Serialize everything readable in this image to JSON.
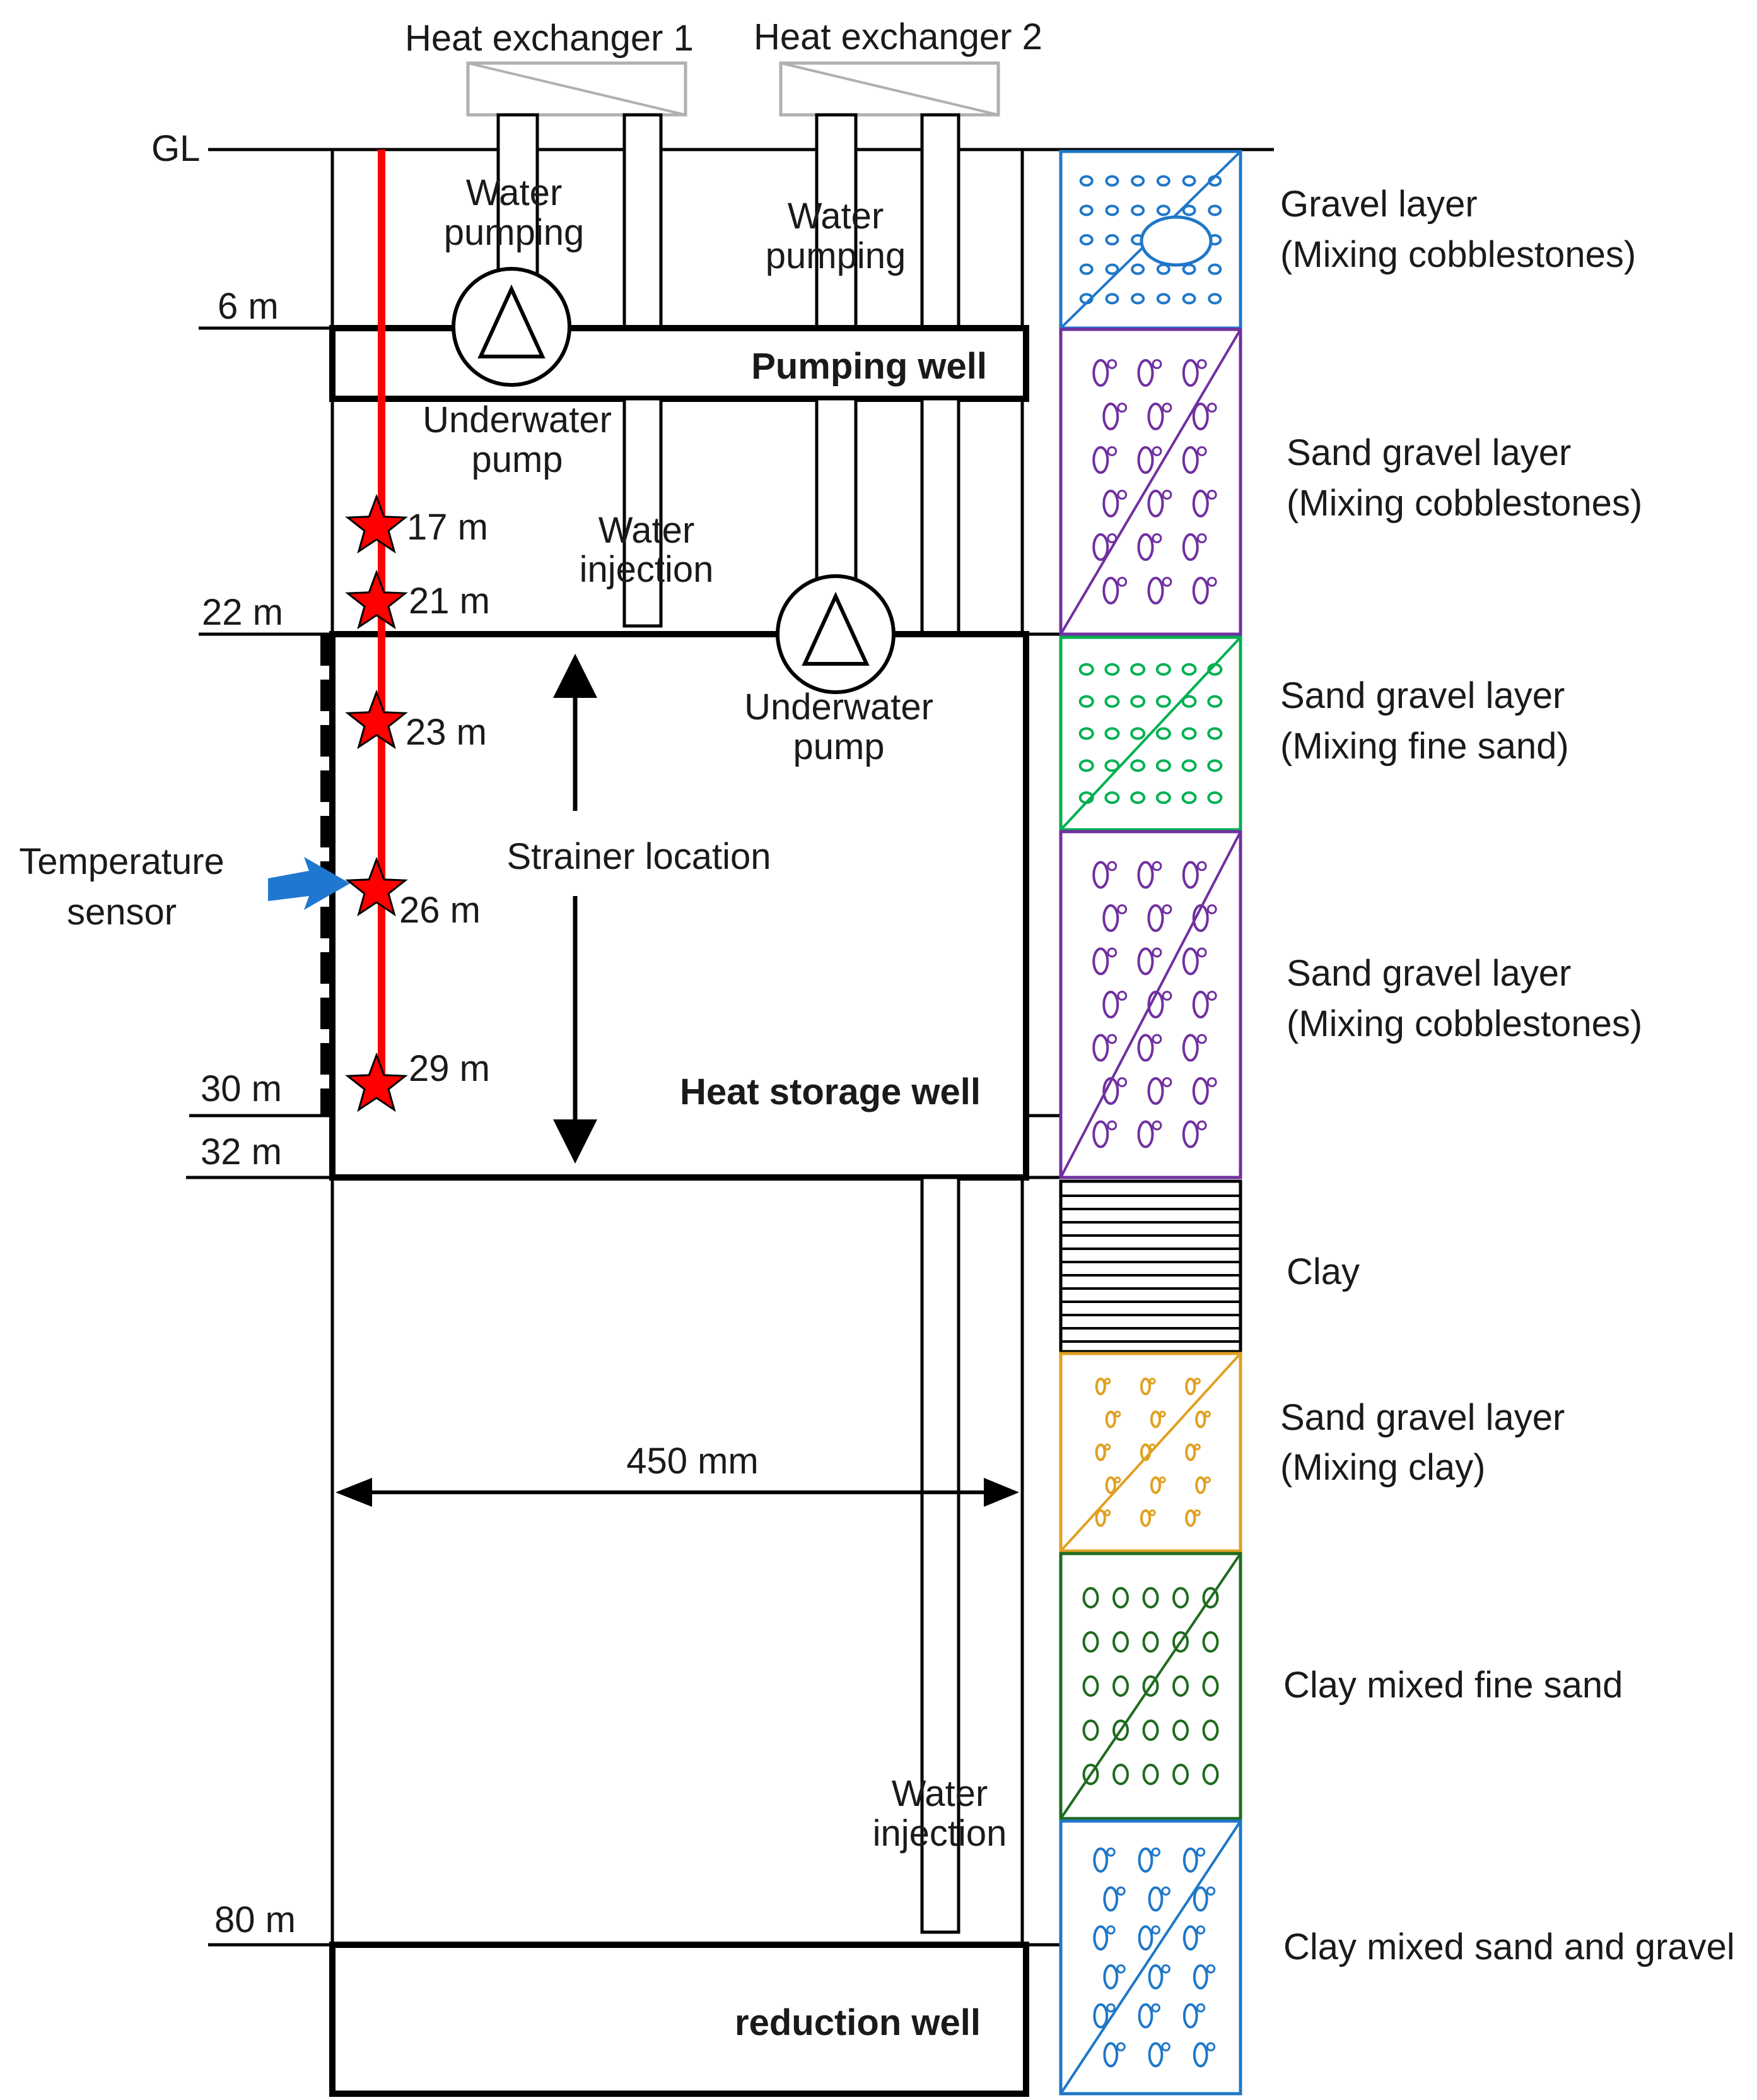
{
  "diagram": {
    "ground_label": "GL",
    "heat_exchangers": [
      "Heat exchanger 1",
      "Heat exchanger 2"
    ],
    "depth_labels": [
      "6 m",
      "22 m",
      "30 m",
      "32 m",
      "80 m"
    ],
    "sensor_depths": [
      "17 m",
      "21 m",
      "23 m",
      "26 m",
      "29 m"
    ],
    "flow_labels": {
      "pumping_1": [
        "Water",
        "pumping"
      ],
      "pumping_2": [
        "Water",
        "pumping"
      ],
      "injection_1": [
        "Water",
        "injection"
      ],
      "injection_2": [
        "Water",
        "injection"
      ],
      "pump_1": [
        "Underwater",
        "pump"
      ],
      "pump_2": [
        "Underwater",
        "pump"
      ]
    },
    "wells": {
      "pumping": "Pumping well",
      "storage": "Heat storage well",
      "reduction": "reduction well"
    },
    "strainer_label": "Strainer location",
    "diameter_label": "450 mm",
    "temperature_sensor": [
      "Temperature",
      "sensor"
    ],
    "colors": {
      "sensor_line": "#ff0000",
      "star_fill": "#ff0000",
      "arrow": "#1f77d0",
      "gravel": "#1f77c8",
      "sand_gravel_cobble": "#7030a0",
      "sand_gravel_fine": "#00b050",
      "sand_gravel_clay": "#e0a020",
      "clay_fine_sand": "#1e6b1e",
      "clay_sand_gravel": "#1f77c8"
    },
    "layers": [
      {
        "name": "Gravel layer",
        "detail": "(Mixing cobblestones)"
      },
      {
        "name": "Sand gravel layer",
        "detail": "(Mixing cobblestones)"
      },
      {
        "name": "Sand gravel layer",
        "detail": "(Mixing fine sand)"
      },
      {
        "name": "Sand gravel layer",
        "detail": "(Mixing cobblestones)"
      },
      {
        "name": "Clay",
        "detail": ""
      },
      {
        "name": "Sand gravel layer",
        "detail": "(Mixing clay)"
      },
      {
        "name": "Clay mixed fine sand",
        "detail": ""
      },
      {
        "name": "Clay mixed sand and gravel",
        "detail": ""
      }
    ]
  }
}
